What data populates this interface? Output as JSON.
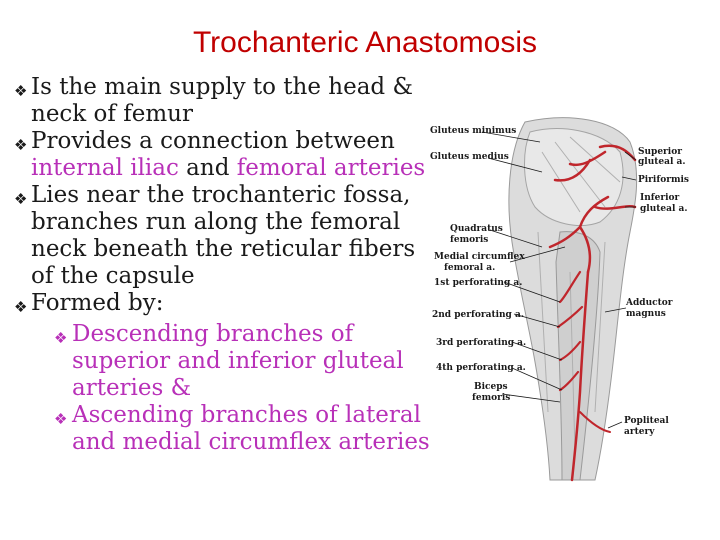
{
  "title": "Trochanteric Anastomosis",
  "bullets": {
    "b1": "Is the main supply to the head & neck of femur",
    "b2_pre": "Provides a connection between ",
    "b2_hl1": "internal iliac",
    "b2_mid": " and ",
    "b2_hl2": "femoral arteries",
    "b3": "Lies near the trochanteric fossa, branches run along the femoral neck beneath the reticular fibers of the capsule",
    "b4": "Formed by:",
    "s1": "Descending branches of superior and inferior gluteal arteries &",
    "s2": "Ascending branches of lateral and medial circumflex arteries"
  },
  "figure": {
    "labels": {
      "gluteus_minimus": "Gluteus minimus",
      "gluteus_medius": "Gluteus medius",
      "quadratus": "Quadratus",
      "femoris1": "femoris",
      "medial_circumflex": "Medial circumflex",
      "femoral_a": "femoral a.",
      "first_perf": "1st perforating a.",
      "second_perf": "2nd perforating a.",
      "third_perf": "3rd perforating a.",
      "fourth_perf": "4th perforating a.",
      "biceps": "Biceps",
      "femoris2": "femoris",
      "superior": "Superior",
      "gluteal_a": "gluteal a.",
      "piriformis": "Piriformis",
      "inferior": "Inferior",
      "gluteal_a2": "gluteal a.",
      "adductor": "Adductor",
      "magnus": "magnus",
      "popliteal": "Popliteal",
      "artery": "artery"
    },
    "colors": {
      "artery": "#c0262c",
      "muscle": "#d9d9d9",
      "bg": "#f4f4f4"
    }
  }
}
